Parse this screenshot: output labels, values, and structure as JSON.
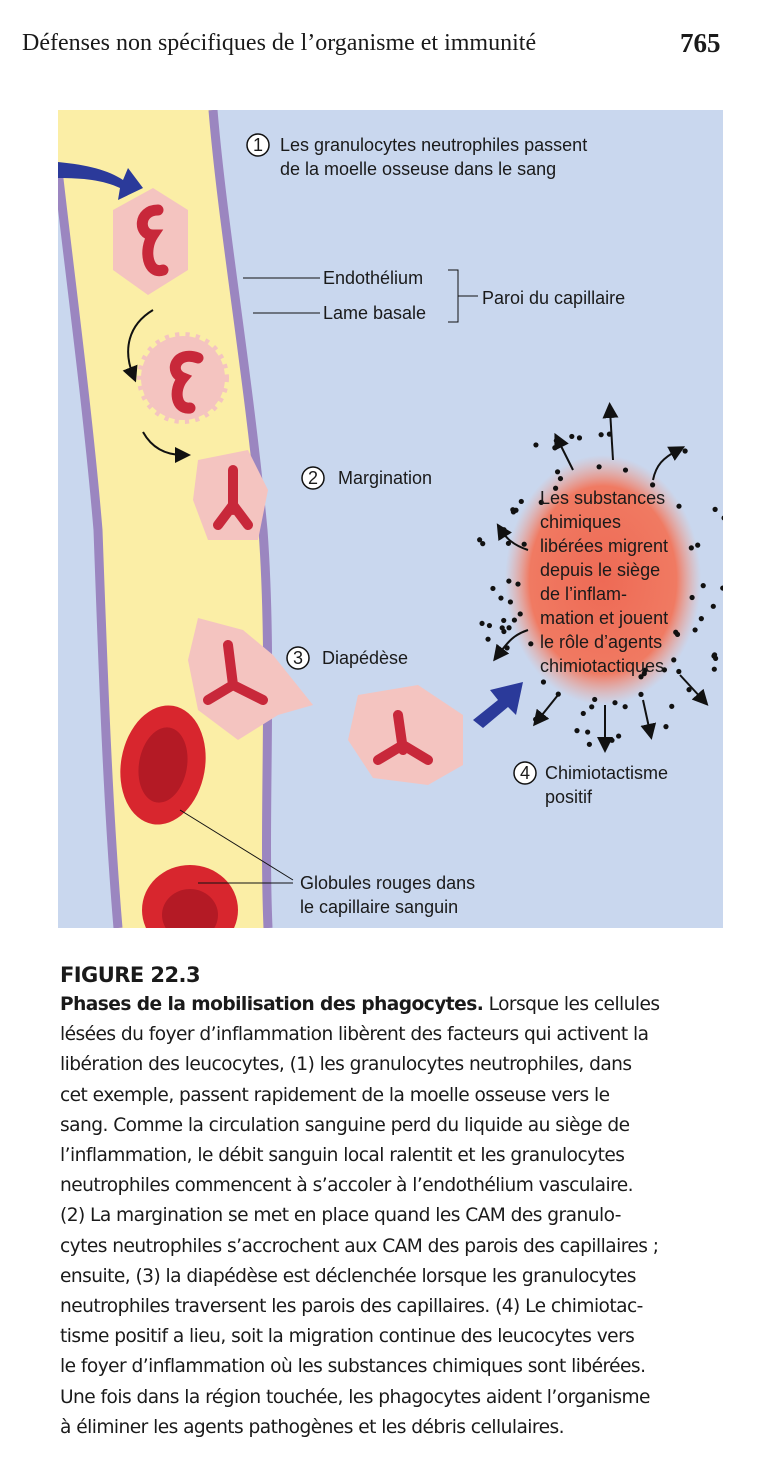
{
  "header": {
    "running_title": "Défenses non spécifiques de l’organisme et immunité",
    "page_number": "765"
  },
  "figure": {
    "step1": {
      "number": "1",
      "line1": "Les granulocytes neutrophiles passent",
      "line2": "de la moelle osseuse dans le sang"
    },
    "endothelium": "Endothélium",
    "lame_basale": "Lame basale",
    "paroi": "Paroi du capillaire",
    "step2": {
      "number": "2",
      "label": "Margination"
    },
    "step3": {
      "number": "3",
      "label": "Diapédèse"
    },
    "step4": {
      "number": "4",
      "line1": "Chimiotactisme",
      "line2": "positif"
    },
    "chemicals": [
      "Les substances",
      "chimiques",
      "libérées migrent",
      "depuis le siège",
      "de l’inflam-",
      "mation et jouent",
      "le rôle d’agents",
      "chimiotactiques"
    ],
    "globules": {
      "line1": "Globules rouges dans",
      "line2": "le capillaire sanguin"
    },
    "colors": {
      "background": "#c9d7ee",
      "vessel": "#fbeea6",
      "wall": "#9b86c0",
      "cell": "#f4c4c0",
      "nucleus": "#c8283a",
      "rbc": "#d8262e",
      "arrow": "#2b3a9a"
    }
  },
  "caption": {
    "figure_label": "FIGURE 22.3",
    "title": "Phases de la mobilisation des phagocytes.",
    "lines": [
      " Lorsque les cellules",
      "lésées du foyer d’inflammation libèrent des facteurs qui activent la",
      "libération des leucocytes, (1) les granulocytes neutrophiles, dans",
      "cet exemple, passent rapidement de la moelle osseuse vers le",
      "sang. Comme la circulation sanguine perd du liquide au siège de",
      "l’inflammation, le débit sanguin local ralentit et les granulocytes",
      "neutrophiles commencent à s’accoler à l’endothélium vasculaire.",
      "(2) La margination se met en place quand les CAM des granulo-",
      "cytes neutrophiles s’accrochent aux CAM des parois des capillaires ;",
      "ensuite, (3) la diapédèse est déclenchée lorsque les granulocytes",
      "neutrophiles traversent les parois des capillaires. (4) Le chimiotac-",
      "tisme positif a lieu, soit la migration continue des leucocytes vers",
      "le foyer d’inflammation où les substances chimiques sont libérées.",
      "Une fois dans la région touchée, les phagocytes aident l’organisme",
      "à éliminer les agents pathogènes et les débris cellulaires."
    ]
  }
}
